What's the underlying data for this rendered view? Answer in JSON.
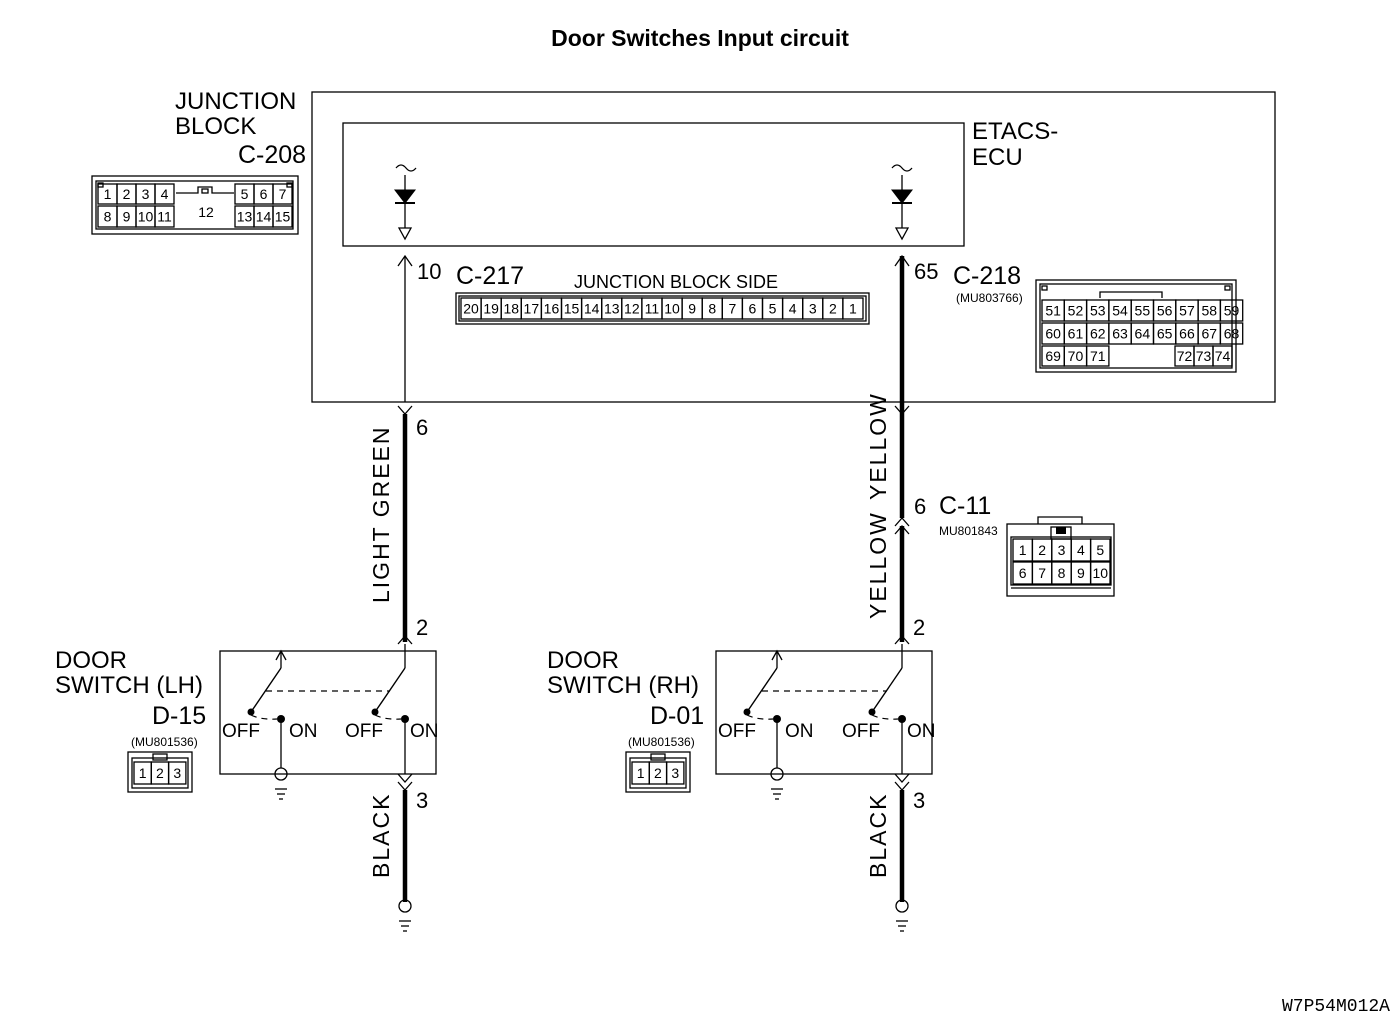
{
  "title": "Door Switches Input circuit",
  "figure_code": "W7P54M012A",
  "junction_block": {
    "label_line1": "JUNCTION",
    "label_line2": "BLOCK",
    "connector_id": "C-208",
    "c208_pins_top_left": [
      "1",
      "2",
      "3",
      "4"
    ],
    "c208_pins_top_right": [
      "5",
      "6",
      "7"
    ],
    "c208_pins_bottom_left": [
      "8",
      "9",
      "10",
      "11"
    ],
    "c208_center": "12",
    "c208_pins_bottom_right": [
      "13",
      "14",
      "15"
    ]
  },
  "etacs": {
    "label_line1": "ETACS-",
    "label_line2": "ECU"
  },
  "c217": {
    "id": "C-217",
    "side_label": "JUNCTION BLOCK SIDE",
    "pins": [
      "20",
      "19",
      "18",
      "17",
      "16",
      "15",
      "14",
      "13",
      "12",
      "11",
      "10",
      "9",
      "8",
      "7",
      "6",
      "5",
      "4",
      "3",
      "2",
      "1"
    ],
    "terminal": "10"
  },
  "c218": {
    "id": "C-218",
    "part": "(MU803766)",
    "terminal": "65",
    "row1": [
      "51",
      "52",
      "53",
      "54",
      "55",
      "56",
      "57",
      "58",
      "59"
    ],
    "row2": [
      "60",
      "61",
      "62",
      "63",
      "64",
      "65",
      "66",
      "67",
      "68"
    ],
    "row3_left": [
      "69",
      "70",
      "71"
    ],
    "row3_right": [
      "72",
      "73",
      "74"
    ]
  },
  "c11": {
    "id": "C-11",
    "part": "MU801843",
    "terminal": "6",
    "row1": [
      "1",
      "2",
      "3",
      "4",
      "5"
    ],
    "row2": [
      "6",
      "7",
      "8",
      "9",
      "10"
    ]
  },
  "wires": {
    "left_jb_terminal": "6",
    "left_color": "LIGHT GREEN",
    "left_sw_in": "2",
    "left_sw_out": "3",
    "left_ground_color": "BLACK",
    "right_upper_color": "YELLOW",
    "right_lower_color": "YELLOW",
    "right_sw_in": "2",
    "right_sw_out": "3",
    "right_ground_color": "BLACK"
  },
  "switch_lh": {
    "label_line1": "DOOR",
    "label_line2": "SWITCH (LH)",
    "connector_id": "D-15",
    "part": "(MU801536)",
    "pins": [
      "1",
      "2",
      "3"
    ],
    "off": "OFF",
    "on": "ON"
  },
  "switch_rh": {
    "label_line1": "DOOR",
    "label_line2": "SWITCH (RH)",
    "connector_id": "D-01",
    "part": "(MU801536)",
    "pins": [
      "1",
      "2",
      "3"
    ],
    "off": "OFF",
    "on": "ON"
  }
}
